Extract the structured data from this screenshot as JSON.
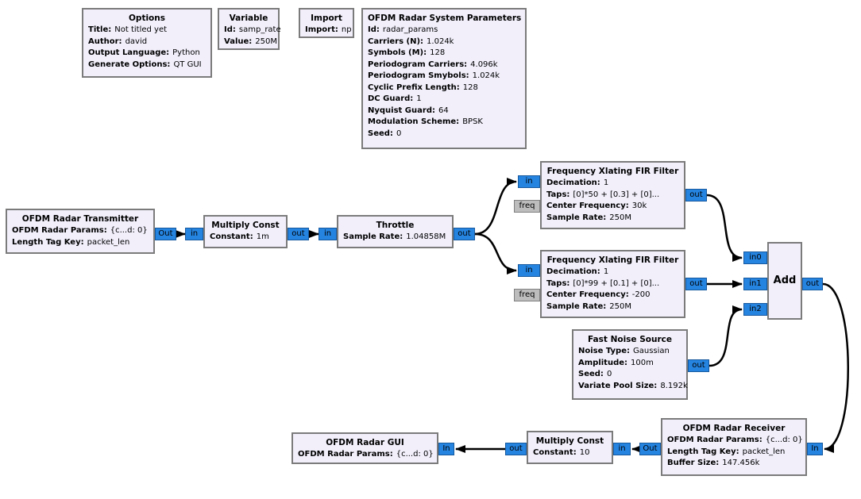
{
  "colors": {
    "canvas_bg": "#ffffff",
    "block_fill": "#F2EFFB",
    "block_border": "#7B7B7B",
    "port_fill": "#2584E0",
    "port_border": "#17599E",
    "msg_port_fill": "#BDBDBD",
    "wire": "#000000"
  },
  "blocks": {
    "options": {
      "title": "Options",
      "params": [
        {
          "k": "Title:",
          "v": "Not titled yet"
        },
        {
          "k": "Author:",
          "v": "david"
        },
        {
          "k": "Output Language:",
          "v": "Python"
        },
        {
          "k": "Generate Options:",
          "v": "QT GUI"
        }
      ]
    },
    "variable": {
      "title": "Variable",
      "params": [
        {
          "k": "Id:",
          "v": "samp_rate"
        },
        {
          "k": "Value:",
          "v": "250M"
        }
      ]
    },
    "import": {
      "title": "Import",
      "params": [
        {
          "k": "Import:",
          "v": "np"
        }
      ]
    },
    "radar_params": {
      "title": "OFDM Radar System Parameters",
      "params": [
        {
          "k": "Id:",
          "v": "radar_params"
        },
        {
          "k": "Carriers (N):",
          "v": "1.024k"
        },
        {
          "k": "Symbols (M):",
          "v": "128"
        },
        {
          "k": "Periodogram Carriers:",
          "v": "4.096k"
        },
        {
          "k": "Periodogram Smybols:",
          "v": "1.024k"
        },
        {
          "k": "Cyclic Prefix Length:",
          "v": "128"
        },
        {
          "k": "DC Guard:",
          "v": "1"
        },
        {
          "k": "Nyquist Guard:",
          "v": "64"
        },
        {
          "k": "Modulation Scheme:",
          "v": "BPSK"
        },
        {
          "k": "Seed:",
          "v": "0"
        }
      ]
    },
    "transmitter": {
      "title": "OFDM Radar Transmitter",
      "params": [
        {
          "k": "OFDM Radar Params:",
          "v": "{c...d: 0}"
        },
        {
          "k": "Length Tag Key:",
          "v": "packet_len"
        }
      ],
      "ports": {
        "out": "Out"
      }
    },
    "multiply_const_tx": {
      "title": "Multiply Const",
      "params": [
        {
          "k": "Constant:",
          "v": "1m"
        }
      ],
      "ports": {
        "in": "in",
        "out": "out"
      }
    },
    "throttle": {
      "title": "Throttle",
      "params": [
        {
          "k": "Sample Rate:",
          "v": "1.04858M"
        }
      ],
      "ports": {
        "in": "in",
        "out": "out"
      }
    },
    "fir_top": {
      "title": "Frequency Xlating FIR Filter",
      "params": [
        {
          "k": "Decimation:",
          "v": "1"
        },
        {
          "k": "Taps:",
          "v": "[0]*50 + [0.3] + [0]..."
        },
        {
          "k": "Center Frequency:",
          "v": "30k"
        },
        {
          "k": "Sample Rate:",
          "v": "250M"
        }
      ],
      "ports": {
        "in": "in",
        "freq": "freq",
        "out": "out"
      }
    },
    "fir_bottom": {
      "title": "Frequency Xlating FIR Filter",
      "params": [
        {
          "k": "Decimation:",
          "v": "1"
        },
        {
          "k": "Taps:",
          "v": "[0]*99 + [0.1] + [0]..."
        },
        {
          "k": "Center Frequency:",
          "v": "-200"
        },
        {
          "k": "Sample Rate:",
          "v": "250M"
        }
      ],
      "ports": {
        "in": "in",
        "freq": "freq",
        "out": "out"
      }
    },
    "noise": {
      "title": "Fast Noise Source",
      "params": [
        {
          "k": "Noise Type:",
          "v": "Gaussian"
        },
        {
          "k": "Amplitude:",
          "v": "100m"
        },
        {
          "k": "Seed:",
          "v": "0"
        },
        {
          "k": "Variate Pool Size:",
          "v": "8.192k"
        }
      ],
      "ports": {
        "out": "out"
      }
    },
    "add": {
      "title": "Add",
      "ports": {
        "in0": "in0",
        "in1": "in1",
        "in2": "in2",
        "out": "out"
      }
    },
    "receiver": {
      "title": "OFDM Radar Receiver",
      "params": [
        {
          "k": "OFDM Radar Params:",
          "v": "{c...d: 0}"
        },
        {
          "k": "Length Tag Key:",
          "v": "packet_len"
        },
        {
          "k": "Buffer Size:",
          "v": "147.456k"
        }
      ],
      "ports": {
        "in": "In",
        "out": "Out"
      }
    },
    "multiply_const_rx": {
      "title": "Multiply Const",
      "params": [
        {
          "k": "Constant:",
          "v": "10"
        }
      ],
      "ports": {
        "in": "in",
        "out": "out"
      }
    },
    "gui": {
      "title": "OFDM Radar GUI",
      "params": [
        {
          "k": "OFDM Radar Params:",
          "v": "{c...d: 0}"
        }
      ],
      "ports": {
        "in": "In"
      }
    }
  }
}
